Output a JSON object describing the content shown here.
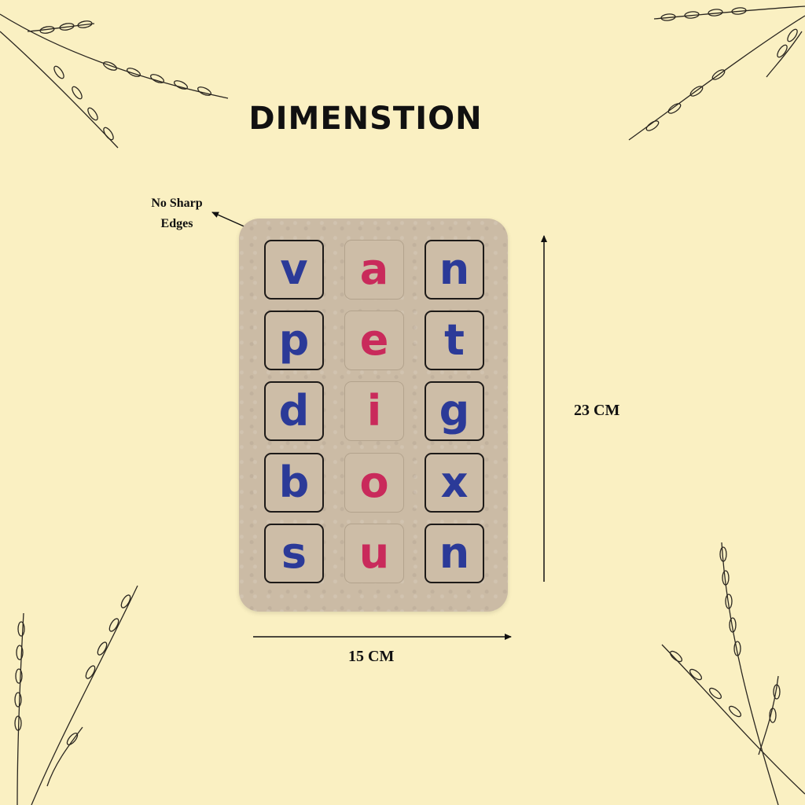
{
  "heading": "DIMENSTION",
  "callout": {
    "line1": "No Sharp",
    "line2": "Edges"
  },
  "dimensions": {
    "width": "15 CM",
    "height": "23 CM"
  },
  "tiles": [
    {
      "letter": "v",
      "color": "blue"
    },
    {
      "letter": "a",
      "color": "pink"
    },
    {
      "letter": "n",
      "color": "blue"
    },
    {
      "letter": "p",
      "color": "blue"
    },
    {
      "letter": "e",
      "color": "pink"
    },
    {
      "letter": "t",
      "color": "blue"
    },
    {
      "letter": "d",
      "color": "blue"
    },
    {
      "letter": "i",
      "color": "pink"
    },
    {
      "letter": "g",
      "color": "blue"
    },
    {
      "letter": "b",
      "color": "blue"
    },
    {
      "letter": "o",
      "color": "pink"
    },
    {
      "letter": "x",
      "color": "blue"
    },
    {
      "letter": "s",
      "color": "blue"
    },
    {
      "letter": "u",
      "color": "pink"
    },
    {
      "letter": "n",
      "color": "blue"
    }
  ],
  "colors": {
    "background": "#faf0c2",
    "consonant": "#2b3a98",
    "vowel": "#c92a5b"
  }
}
